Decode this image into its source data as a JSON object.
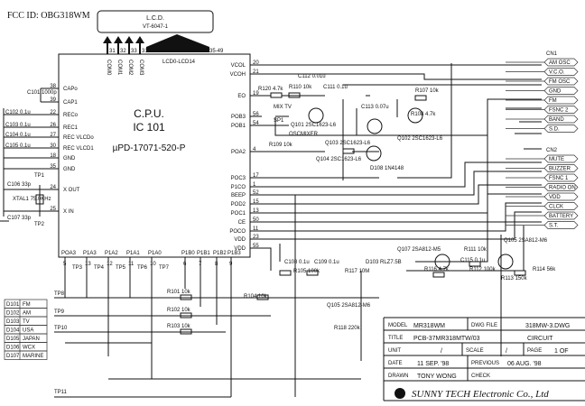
{
  "header": {
    "fcc_id": "FCC ID: OBG318WM"
  },
  "lcd": {
    "title": "L.C.D.",
    "part": "VT-6047-1",
    "bus_label": "LCD0-LCD14",
    "pins": [
      "31",
      "32",
      "33",
      "31",
      "35-49"
    ],
    "com_labels": [
      "COM0",
      "COM1",
      "COM2",
      "COM3"
    ]
  },
  "cpu": {
    "title": "C.P.U.",
    "ref": "IC 101",
    "part": "µPD-17071-520-P",
    "left_pins": [
      {
        "num": "38",
        "name": "CAPo"
      },
      {
        "num": "39",
        "name": "CAP1"
      },
      {
        "num": "22",
        "name": "RECo"
      },
      {
        "num": "26",
        "name": "REC1"
      },
      {
        "num": "27",
        "name": "REC VLCDo"
      },
      {
        "num": "30",
        "name": "REC VLCD1"
      },
      {
        "num": "18",
        "name": "GND"
      },
      {
        "num": "35",
        "name": "GND"
      },
      {
        "num": "24",
        "name": "X OUT"
      },
      {
        "num": "25",
        "name": "X IN"
      }
    ],
    "right_pins": [
      {
        "num": "20",
        "name": "VCOL"
      },
      {
        "num": "21",
        "name": "VCOH"
      },
      {
        "num": "19",
        "name": "EO"
      },
      {
        "num": "56",
        "name": "POB3"
      },
      {
        "num": "54",
        "name": "POB1"
      },
      {
        "num": "4",
        "name": "POA2"
      },
      {
        "num": "17",
        "name": "POC3"
      },
      {
        "num": "1",
        "name": "P1CO"
      },
      {
        "num": "52",
        "name": "BEEP"
      },
      {
        "num": "15",
        "name": "POD2"
      },
      {
        "num": "13",
        "name": "POC1"
      },
      {
        "num": "50",
        "name": "CE"
      },
      {
        "num": "11",
        "name": "POCO"
      },
      {
        "num": "23",
        "name": "VDD"
      },
      {
        "num": "55",
        "name": "VDD"
      }
    ],
    "bottom_pins": [
      {
        "num": "5",
        "name": "POA3"
      },
      {
        "num": "13",
        "name": "P1A3"
      },
      {
        "num": "12",
        "name": "P1A2"
      },
      {
        "num": "11",
        "name": "P1A1"
      },
      {
        "num": "10",
        "name": "P1A0"
      },
      {
        "num": "6",
        "name": "P1B0"
      },
      {
        "num": "7",
        "name": "P1B1"
      },
      {
        "num": "8",
        "name": "P1B2"
      },
      {
        "num": "9",
        "name": "P1B3"
      }
    ]
  },
  "left_components": {
    "c101": "C101 1000p",
    "c102": "C102 0.1u",
    "c103": "C103 0.1u",
    "c104": "C104 0.1u",
    "c105": "C105 0.1u",
    "c106": "C106 33p",
    "c107": "C107 33p",
    "xtal": "XTAL1 75.0KHz",
    "tp1": "TP1",
    "tp2": "TP2"
  },
  "components": [
    "R120 4.7k",
    "C112 0.01u",
    "R110 10k",
    "C111 0.1u",
    "MIX TV",
    "SP1",
    "Q101 2SC1623-L6",
    "OSCMIXER",
    "Q103 2SC1623-L6",
    "C113 0.07u",
    "R107 10k",
    "Q102 2SC1623-L6",
    "R109 10k",
    "Q104 2SC1623-L6",
    "R108 4.7k",
    "D108 1N4148",
    "Q107 2SA812-M5",
    "R116 4.7k",
    "C115 0.1u",
    "R112 100k",
    "R111 10k",
    "Q105 2SA812-M6",
    "R113 150k",
    "R114 56k",
    "C108 0.1u",
    "R105 100k",
    "C109 0.1u",
    "R117 10M",
    "D103 RLZ7.5B",
    "Q105 2SA812-M6",
    "R118 220k",
    "R104 10k",
    "R101 10k",
    "R102 10k",
    "R103 10k",
    "TP3",
    "TP4",
    "TP5",
    "TP6",
    "TP7",
    "TP8",
    "TP9",
    "TP10",
    "TP11"
  ],
  "cn1": {
    "title": "CN1",
    "items": [
      "AM OSC",
      "V.C.O.",
      "FM OSC",
      "GND",
      "FM",
      "FSNC 2",
      "BAND",
      "S.D."
    ]
  },
  "cn2": {
    "title": "CN2",
    "items": [
      "MUTE",
      "BUZZER",
      "FSNC 1",
      "RADIO ON",
      "VDD",
      "CLCK",
      "BATTERY",
      "S.T."
    ]
  },
  "diode_table": [
    {
      "ref": "D101",
      "label": "FM"
    },
    {
      "ref": "D102",
      "label": "AM"
    },
    {
      "ref": "D103",
      "label": "TV"
    },
    {
      "ref": "D104",
      "label": "USA"
    },
    {
      "ref": "D105",
      "label": "JAPAN"
    },
    {
      "ref": "D106",
      "label": "WCX"
    },
    {
      "ref": "D107",
      "label": "MARINE"
    }
  ],
  "title_block": {
    "model_label": "MODEL",
    "model": "MR318WM",
    "dwg_label": "DWG FILE",
    "dwg": "318MW-3.DWG",
    "title_label": "TITLE",
    "title": "PCB-37MR318MTW/03",
    "title2": "CIRCUIT",
    "unit_label": "UNIT",
    "unit": "/",
    "scale_label": "SCALE",
    "scale": "/",
    "page_label": "PAGE",
    "page": "1 OF",
    "date_label": "DATE",
    "date": "11 SEP. '98",
    "previous_label": "PREVIOUS",
    "previous": "06 AUG. '98",
    "drawn_label": "DRAWN",
    "drawn": "TONY WONG",
    "check_label": "CHECK",
    "company": "SUNNY TECH Electronic Co., Ltd"
  }
}
